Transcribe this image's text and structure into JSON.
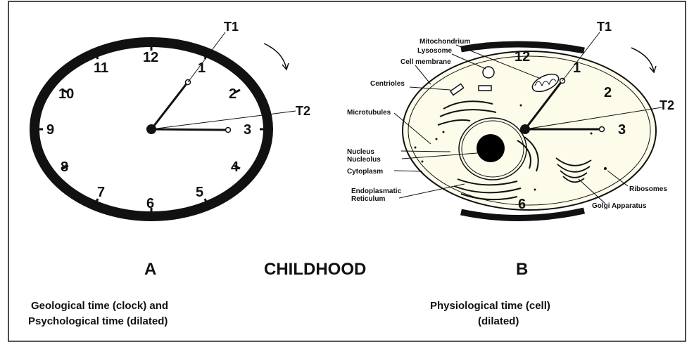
{
  "clock_numerals": [
    "12",
    "1",
    "2",
    "3",
    "4",
    "5",
    "6",
    "7",
    "8",
    "9",
    "10",
    "11"
  ],
  "cell_numerals": [
    "12",
    "1",
    "2",
    "3",
    "6"
  ],
  "hand_labels": {
    "t1": "T1",
    "t2": "T2"
  },
  "cell_parts": {
    "mitochondrium": "Mitochondrium",
    "lysosome": "Lysosome",
    "cell_membrane": "Cell membrane",
    "centrioles": "Centrioles",
    "microtubules": "Microtubules",
    "nucleus": "Nucleus",
    "nucleolus": "Nucleolus",
    "cytoplasm": "Cytoplasm",
    "er_line1": "Endoplasmatic",
    "er_line2": "Reticulum",
    "ribosomes": "Ribosomes",
    "golgi": "Golgi Apparatus"
  },
  "labels": {
    "panel_a": "A",
    "panel_b": "B",
    "center_title": "CHILDHOOD",
    "caption_a_line1": "Geological time (clock) and",
    "caption_a_line2": "Psychological time  (dilated)",
    "caption_b_line1": "Physiological time (cell)",
    "caption_b_line2": "(dilated)"
  },
  "colors": {
    "ink": "#111111",
    "cell_fill": "#fdfbea",
    "nucleus": "#000000"
  }
}
